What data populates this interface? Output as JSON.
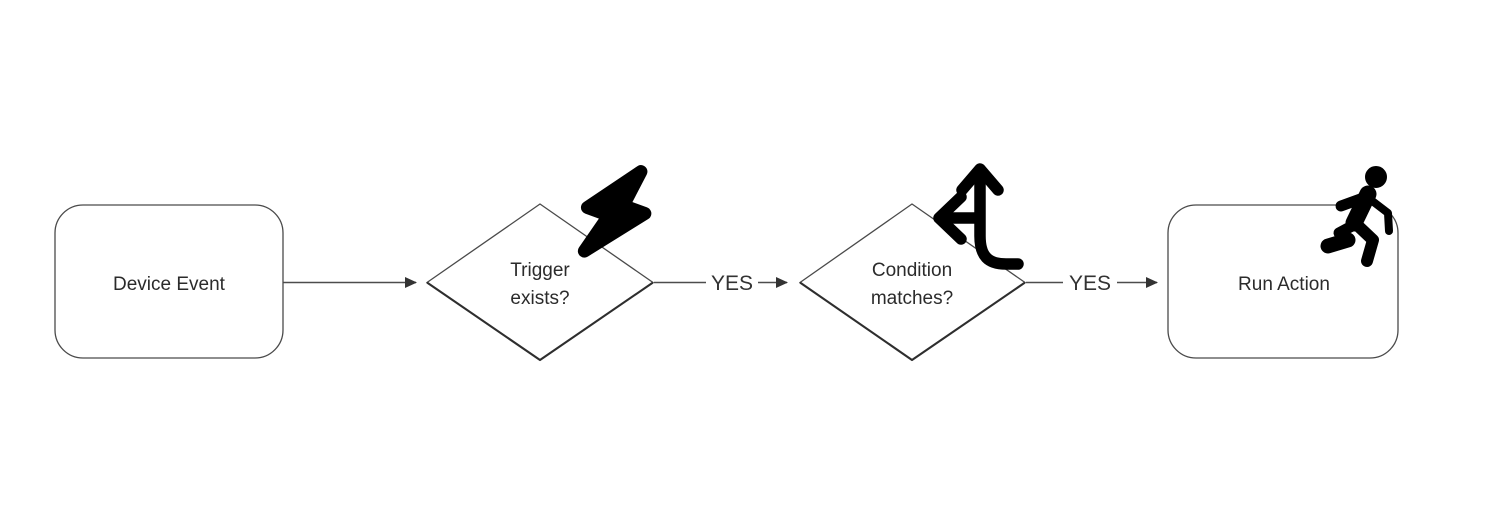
{
  "diagram": {
    "type": "flowchart",
    "direction": "left-to-right",
    "background_color": "#ffffff",
    "node_border_color": "#4a4a4a",
    "edge_color": "#4d4d4d",
    "text_color": "#2b2b2b",
    "icon_color": "#000000",
    "nodes": [
      {
        "id": "device-event",
        "shape": "rounded-rect",
        "label": "Device Event",
        "icon": null
      },
      {
        "id": "trigger-exists",
        "shape": "diamond",
        "label": "Trigger exists?",
        "line1": "Trigger",
        "line2": "exists?",
        "icon": "lightning-bolt"
      },
      {
        "id": "condition-matches",
        "shape": "diamond",
        "label": "Condition matches?",
        "line1": "Condition",
        "line2": "matches?",
        "icon": "directions-fork"
      },
      {
        "id": "run-action",
        "shape": "rounded-rect",
        "label": "Run Action",
        "icon": "running-person"
      }
    ],
    "edges": [
      {
        "from": "device-event",
        "to": "trigger-exists",
        "label": ""
      },
      {
        "from": "trigger-exists",
        "to": "condition-matches",
        "label": "YES"
      },
      {
        "from": "condition-matches",
        "to": "run-action",
        "label": "YES"
      }
    ]
  }
}
